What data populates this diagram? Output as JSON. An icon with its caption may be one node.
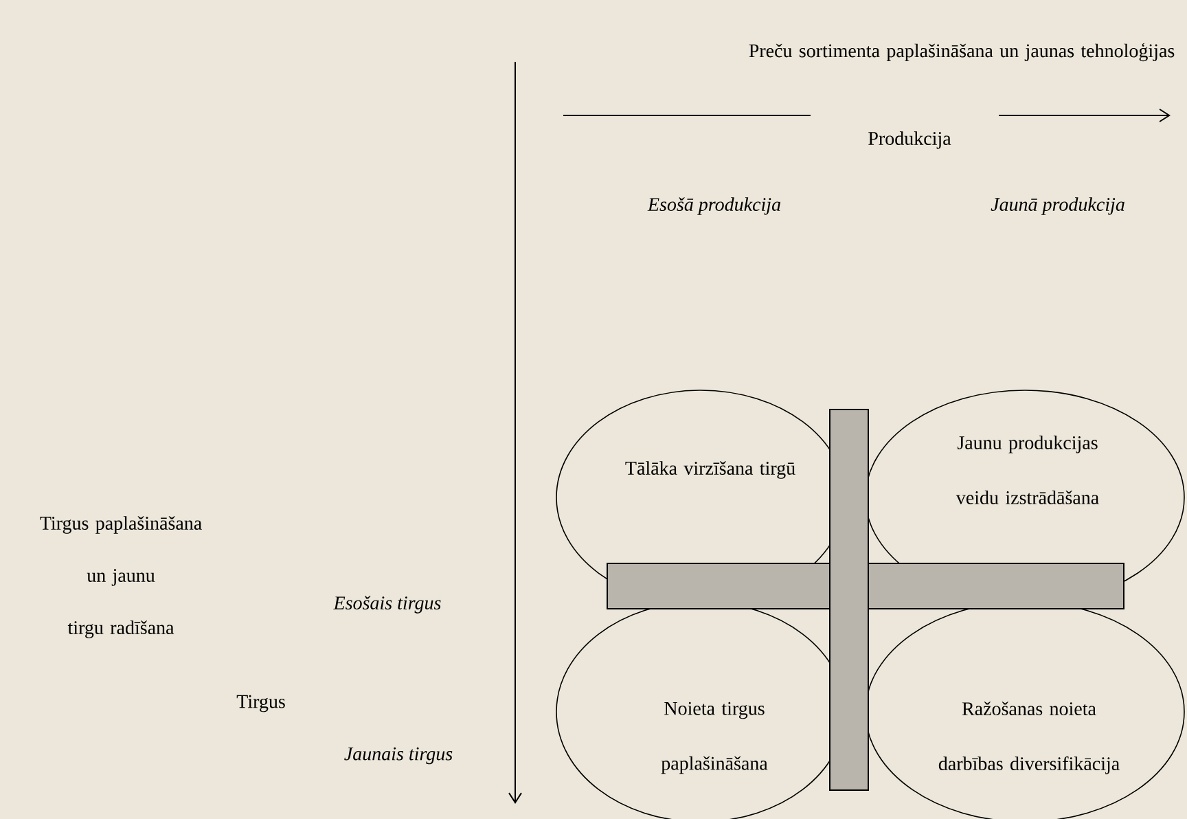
{
  "diagram": {
    "nodes": [
      {
        "text": [
          "Tālāka virzīšana tirgū"
        ]
      },
      {
        "text": [
          "Jaunu produkcijas veidu izstrādāšana"
        ]
      },
      {
        "text": [
          "Noieta tirgus paplašināšana"
        ]
      },
      {
        "text": [
          "Ražošanas noieta darbības diversifikācija"
        ]
      }
    ],
    "labels": [
      "Preču sortimenta paplašināšana un jaunas tehnoloģijas",
      "Produkcija",
      "Esošā produkcija",
      "Jaunā produkcija",
      "Tirgus paplašināšana un jaunu tirgu radīšana",
      "Esošais tirgus",
      "Tirgus",
      "Jaunais tirgus"
    ]
  }
}
